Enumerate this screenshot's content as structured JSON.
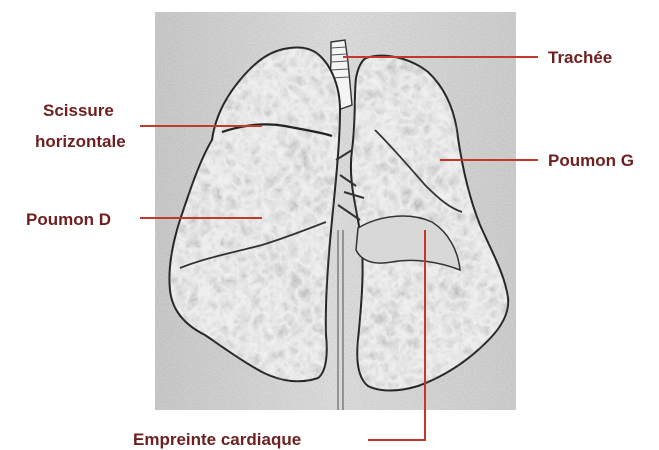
{
  "colors": {
    "label": "#6e1f1f",
    "leader_line": "#c0392b",
    "photo_bg": "#d4d4d4"
  },
  "image": {
    "subject": "lungs-specimen-photo"
  },
  "labels": {
    "trachea": "Trachée",
    "horizontal_fissure_line1": "Scissure",
    "horizontal_fissure_line2": "horizontale",
    "right_lung": "Poumon D",
    "left_lung": "Poumon G",
    "cardiac_impression": "Empreinte cardiaque"
  }
}
